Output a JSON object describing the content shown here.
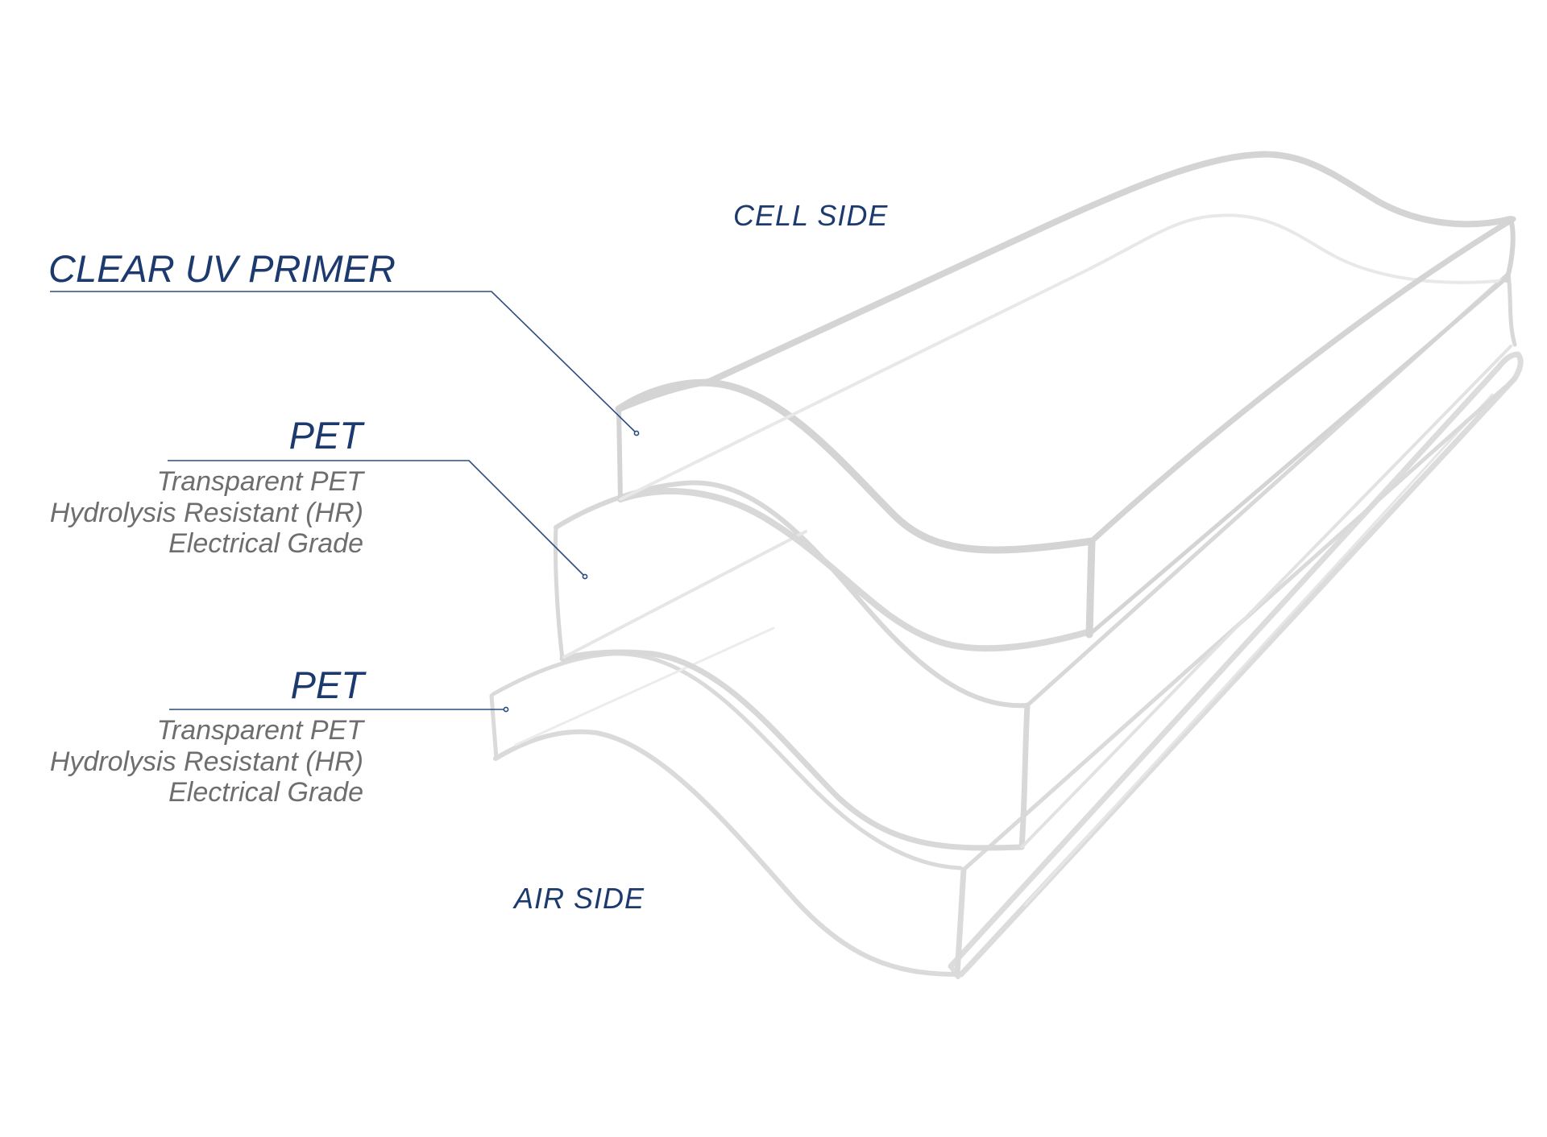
{
  "labels": {
    "cell_side": "CELL SIDE",
    "air_side": "AIR SIDE"
  },
  "layers": [
    {
      "title": "CLEAR UV PRIMER",
      "details": []
    },
    {
      "title": "PET",
      "details": [
        "Transparent PET",
        "Hydrolysis Resistant (HR)",
        "Electrical Grade"
      ]
    },
    {
      "title": "PET",
      "details": [
        "Transparent PET",
        "Hydrolysis Resistant (HR)",
        "Electrical Grade"
      ]
    }
  ],
  "colors": {
    "title_text": "#1c3a6e",
    "detail_text": "#6e6e6e",
    "leader_line": "#2a4d80",
    "layer_outline": "#d6d6d6",
    "layer_outline_light": "#e8e8e8"
  }
}
